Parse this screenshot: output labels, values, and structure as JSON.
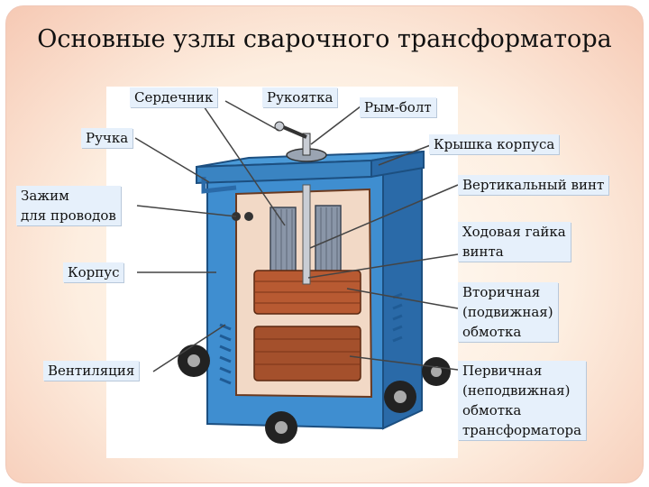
{
  "title": "Основные узлы сварочного трансформатора",
  "labels": {
    "core": "Сердечник",
    "handle": "Рукоятка",
    "eyebolt": "Рым-болт",
    "grip": "Ручка",
    "cover": "Крышка корпуса",
    "clamp": "Зажим",
    "clamp2": "для проводов",
    "screw": "Вертикальный винт",
    "nut": "Ходовая гайка",
    "nut2": "винта",
    "case": "Корпус",
    "secondary1": "Вторичная",
    "secondary2": "(подвижная)",
    "secondary3": "обмотка",
    "vent": "Вентиляция",
    "primary1": "Первичная",
    "primary2": "(неподвижная)",
    "primary3": "обмотка",
    "primary4": "трансформатора"
  },
  "colors": {
    "body_blue": "#3f8ed0",
    "body_dark": "#2a6aa8",
    "core_gray": "#8a96a8",
    "coil_brown": "#a4502c",
    "label_bg": "#e6f0fb"
  }
}
